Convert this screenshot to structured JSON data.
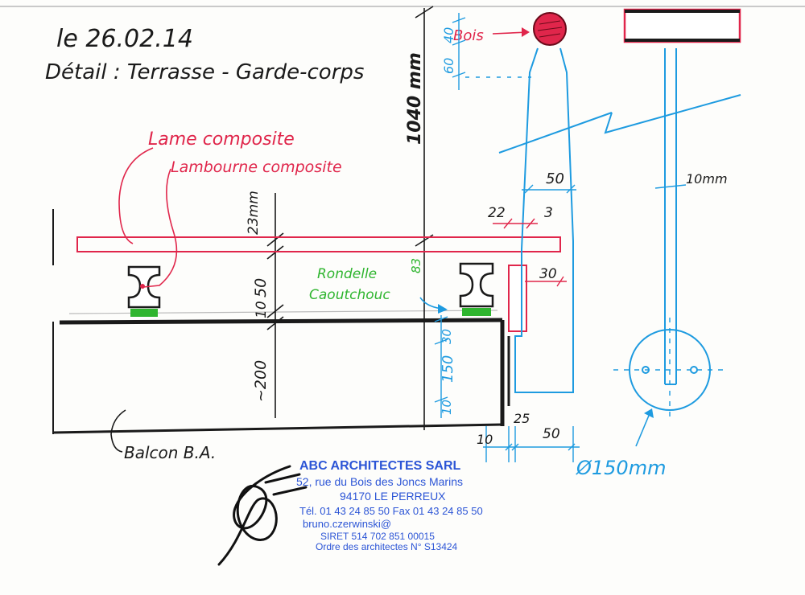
{
  "header": {
    "date": "le 26.02.14",
    "detail": "Détail : Terrasse - Garde-corps"
  },
  "labels": {
    "lame": "Lame composite",
    "lambourne": "Lambourne composite",
    "rondelle_1": "Rondelle",
    "rondelle_2": "Caoutchouc",
    "bois": "Bois",
    "balcon": "Balcon B.A."
  },
  "dims": {
    "total_height": "1040 mm",
    "d40": "40",
    "d60": "60",
    "d23": "23mm",
    "d50": "50",
    "d10_left": "10",
    "d200": "~200",
    "d83": "83",
    "d30_vert": "30",
    "d150": "150",
    "d10_vert": "10",
    "d22": "22",
    "d3": "3",
    "d30": "30",
    "d50_post": "50",
    "d10mm": "10mm",
    "d25": "25",
    "d10_bottom": "10",
    "d50_bottom": "50",
    "d150mm": "Ø150mm"
  },
  "stamp": {
    "company": "ABC ARCHITECTES SARL",
    "address": "52, rue du Bois des Joncs Marins",
    "city": "94170 LE PERREUX",
    "phone": "Tél. 01 43 24 85 50  Fax 01 43 24 85 50",
    "email": "bruno.czerwinski@",
    "siret": "SIRET 514 702 851 00015",
    "order": "Ordre des architectes N° S13424"
  },
  "colors": {
    "ink": "#1a1a1a",
    "red": "#e0264b",
    "blue": "#1e9be0",
    "green": "#2fb52f",
    "stamp": "#2c55d6"
  }
}
